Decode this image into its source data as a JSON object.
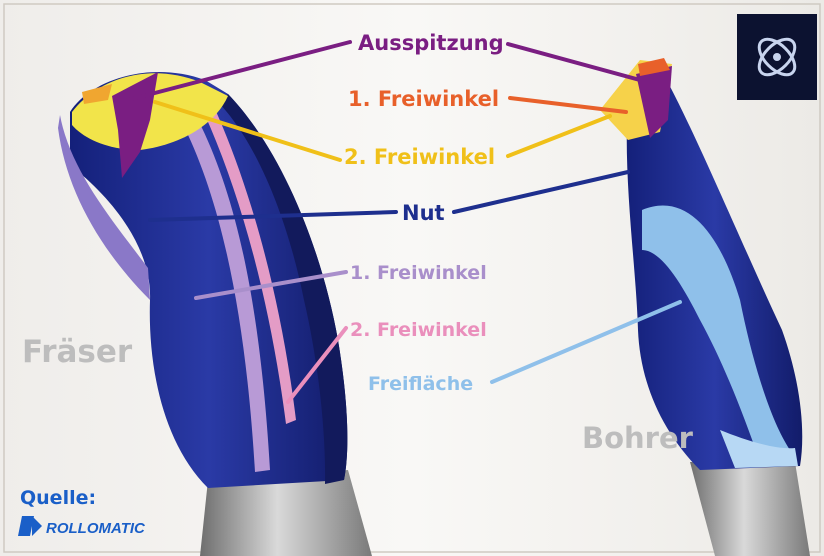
{
  "labels": {
    "ausspitzung": "Ausspitzung",
    "freiwinkel1_top": "1. Freiwinkel",
    "freiwinkel2_top": "2. Freiwinkel",
    "nut": "Nut",
    "freiwinkel1_mid": "1. Freiwinkel",
    "freiwinkel2_mid": "2. Freiwinkel",
    "freiflaeche": "Freifläche",
    "fraeser": "Fräser",
    "bohrer": "Bohrer"
  },
  "source": {
    "label": "Quelle:",
    "brand": "ROLLOMATIC"
  },
  "colors": {
    "ausspitzung": "#7a1e82",
    "freiwinkel1_top": "#e8602a",
    "freiwinkel2_top": "#f0c019",
    "nut": "#1e2f8e",
    "freiwinkel1_mid": "#a98fcb",
    "freiwinkel2_mid": "#ea8fbc",
    "freiflaeche": "#8fc0ea",
    "tool_name": "#bdbdbd",
    "source": "#1a5fc8"
  }
}
